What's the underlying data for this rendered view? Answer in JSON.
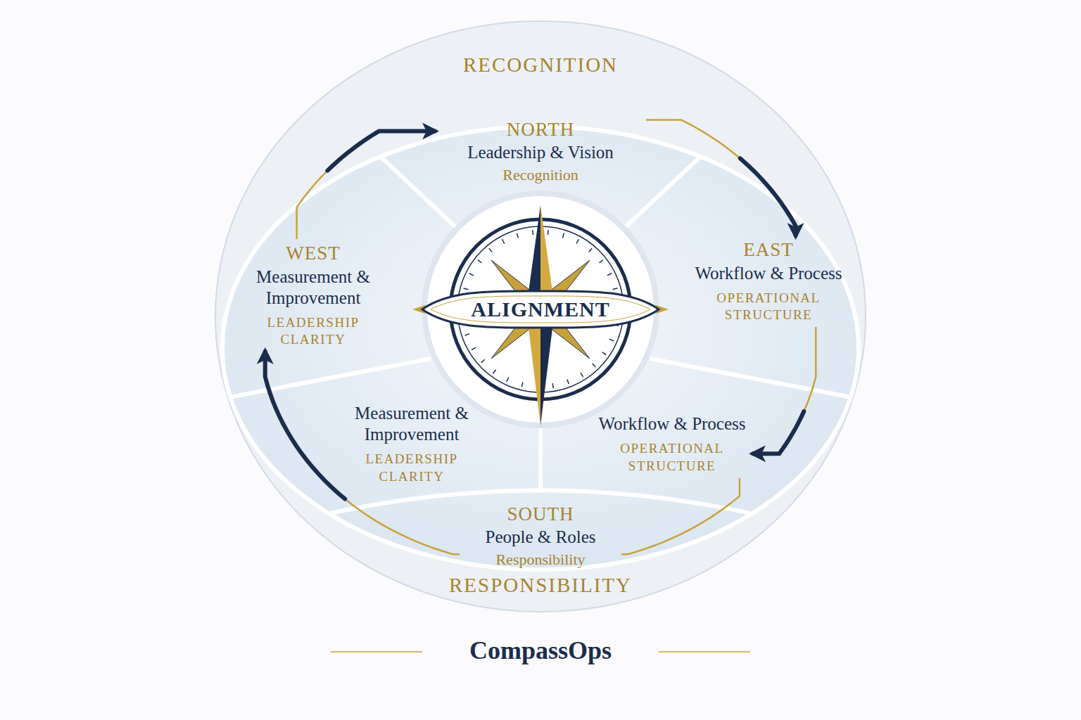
{
  "diagram": {
    "caption": "CompassOps",
    "nodes": [
      {
        "text": [
          "RECOGNITION",
          "RESPONSIBILITY"
        ]
      },
      {
        "text": [
          "NORTH",
          "Leadership & Vision",
          "Recognition"
        ],
        "in": 0
      },
      {
        "text": [
          "WEST",
          "Measurement & Improvement",
          "LEADERSHIP CLARITY"
        ],
        "in": 0
      },
      {
        "text": [
          "ALIGNMENT"
        ],
        "in": 0
      },
      {
        "text": [
          "EAST",
          "Workflow & Process",
          "OPERATIONAL STRUCTURE"
        ],
        "in": 0
      },
      {
        "text": [
          "Measurement & Improvement",
          "LEADERSHIP CLARITY"
        ],
        "in": 0
      },
      {
        "text": [
          "Workflow & Process",
          "OPERATIONAL STRUCTURE"
        ],
        "in": 0
      },
      {
        "text": [
          "SOUTH",
          "People & Roles",
          "Responsibility"
        ],
        "in": 0
      }
    ],
    "edges": [
      {
        "from": 1,
        "to": 4,
        "arrow": "to"
      },
      {
        "from": 4,
        "to": 6,
        "arrow": "to"
      },
      {
        "from": 6,
        "to": 7,
        "arrow": "none"
      },
      {
        "from": 7,
        "to": 2,
        "arrow": "to"
      },
      {
        "from": 2,
        "to": 1,
        "arrow": "to"
      }
    ]
  }
}
